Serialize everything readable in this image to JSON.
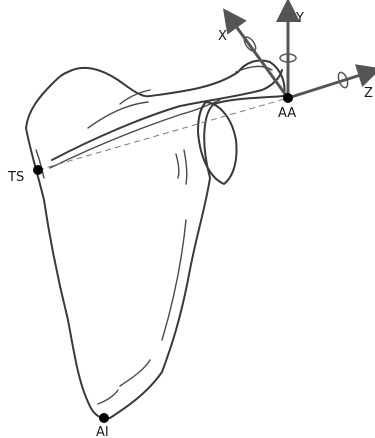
{
  "diagram": {
    "axes": [
      {
        "id": "x",
        "label": "X"
      },
      {
        "id": "y",
        "label": "Y"
      },
      {
        "id": "z",
        "label": "Z"
      }
    ],
    "landmarks": [
      {
        "id": "AA",
        "label": "AA"
      },
      {
        "id": "TS",
        "label": "TS"
      },
      {
        "id": "AI",
        "label": "AI"
      }
    ],
    "colors": {
      "bone_fill": "#f2f2f2",
      "bone_shade": "#cfcfcf",
      "outline": "#3a3a3a",
      "axis": "#555555",
      "landmark": "#000000"
    }
  }
}
